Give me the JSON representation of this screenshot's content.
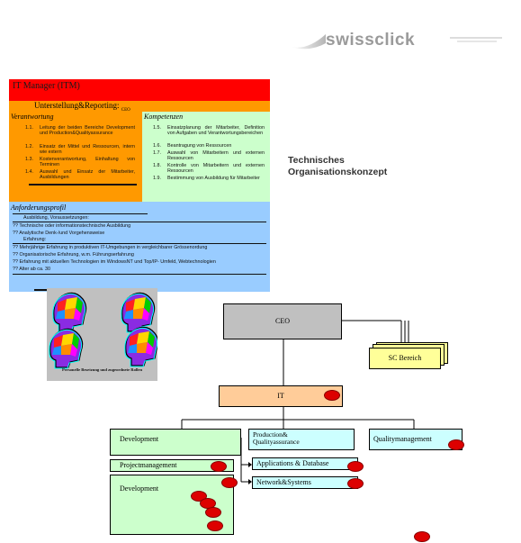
{
  "header": {
    "logo_text": "swissclick"
  },
  "document": {
    "title_line1": "Technisches",
    "title_line2": "Organisationskonzept"
  },
  "role_card": {
    "title": "IT Manager (ITM)",
    "reporting_label": "Unterstellung&Reporting:",
    "reporting_target": "CEO",
    "responsibilities": {
      "heading": "Verantwortung",
      "items": [
        {
          "num": "1.1.",
          "text": "Leitung der beiden Bereiche Development und Production&Qualityassurance"
        },
        {
          "num": "1.2.",
          "text": "Einsatz der Mittel und Ressourcen, intern wie extern"
        },
        {
          "num": "1.3.",
          "text": "Kostenverantwortung, Einhaltung von Terminen"
        },
        {
          "num": "1.4.",
          "text": "Auswahl und Einsatz der Mitarbeiter, Ausbildungen"
        }
      ]
    },
    "competencies": {
      "heading": "Kompetenzen",
      "items": [
        {
          "num": "1.5.",
          "text": "Einsatzplanung der Mitarbeiter, Definition von Aufgaben und Verantwortungsbereichen"
        },
        {
          "num": "1.6.",
          "text": "Beantragung von Ressourcen"
        },
        {
          "num": "1.7.",
          "text": "Auswahl von Mitarbeitern und externen Ressourcen"
        },
        {
          "num": "1.8.",
          "text": "Kontrolle von Mitarbeitern und externen Ressourcen"
        },
        {
          "num": "1.9.",
          "text": "Bestimmung von Ausbildung für Mitarbeiter"
        }
      ]
    },
    "profile": {
      "heading": "Anforderungsprofil",
      "education_label": "Ausbildung, Voraussetzungen:",
      "education_items": [
        "Technische oder informationstechnische Ausbildung",
        "Analytische Denk-/und Vorgehensweise"
      ],
      "experience_label": "Erfahrung:",
      "experience_items": [
        "Mehrjährige Erfahrung in produktiven IT-Umgebungen in vergleichbarer Grössenordung",
        "Organisatorische Erfahrung, w.m. Führungserfahrung",
        "Erfahrung mit aktuellen Technologien im WindowsNT und Top/IP-  Umfeld, Webtechnologien",
        "Alter ab ca. 30"
      ],
      "bullet": "??"
    }
  },
  "heads_image": {
    "caption": "Personelle Besetzung und zugeordnete Rollen"
  },
  "org_chart": {
    "ceo": "CEO",
    "sc_bereich": "SC Bereich",
    "it": "IT",
    "development": "Development",
    "production_line1": "Production&",
    "production_line2": "Qualityassurance",
    "qualitymanagement": "Qualitymanagement",
    "projectmanagement": "Projectmanagement",
    "applications": "Applications & Database",
    "network": "Network&Systems",
    "development_team": "Development"
  },
  "colors": {
    "red": "#ff0000",
    "orange": "#ff9900",
    "green": "#ccffcc",
    "blue": "#99ccff",
    "gray": "#c0c0c0",
    "peach": "#ffcc99",
    "yellow": "#ffff99",
    "cyan": "#ccffff"
  }
}
